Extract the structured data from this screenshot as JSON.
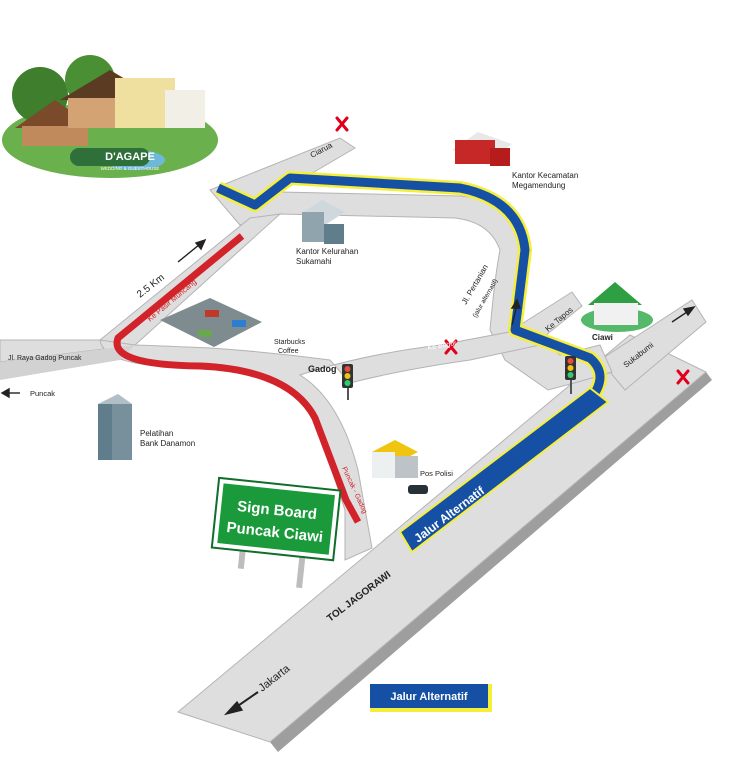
{
  "logo": {
    "text": "D'AGAPE",
    "tagline": "WEDDING & GUESTHOUSE"
  },
  "colors": {
    "road": "#dcdcdc",
    "road_edge": "#a9a9a9",
    "route_red": "#d2232a",
    "route_blue": "#1550a5",
    "route_yellow": "#f5ee3b",
    "marker_x": "#e0001b",
    "sign_green": "#1a9a3a",
    "legend_blue": "#1550a5"
  },
  "places": {
    "ciarua": "Ciarua",
    "kantor_kecamatan_1": "Kantor Kecamatan",
    "kantor_kecamatan_2": "Megamendung",
    "kantor_kelurahan_1": "Kantor Kelurahan",
    "kantor_kelurahan_2": "Sukamahi",
    "distance": "2.5 Km",
    "ke_pasir_muncang": "Ke Pasir Muncang",
    "jl_pertanian": "Jl. Pertanian",
    "jalur_alternatif_small": "(jalur alternatif)",
    "ke_tapos": "Ke Tapos",
    "ciawi": "Ciawi",
    "sukabumi": "Sukabumi",
    "starbucks_1": "Starbucks",
    "starbucks_2": "Coffee",
    "jl_raya_gadog": "Jl. Raya Gadog Puncak",
    "gadog": "Gadog",
    "ke_bogor": "Ke Bogor",
    "puncak": "Puncak",
    "pelatihan_1": "Pelatihan",
    "pelatihan_2": "Bank Danamon",
    "pos_polisi": "Pos Polisi",
    "puncak_gadog": "Puncak - Gadog",
    "jalur_alternatif_road": "Jalur Alternatif",
    "tol_jagorawi": "TOL JAGORAWI",
    "jakarta": "Jakarta"
  },
  "sign": {
    "line1": "Sign Board",
    "line2": "Puncak Ciawi"
  },
  "legend": {
    "label": "Jalur Alternatif"
  }
}
